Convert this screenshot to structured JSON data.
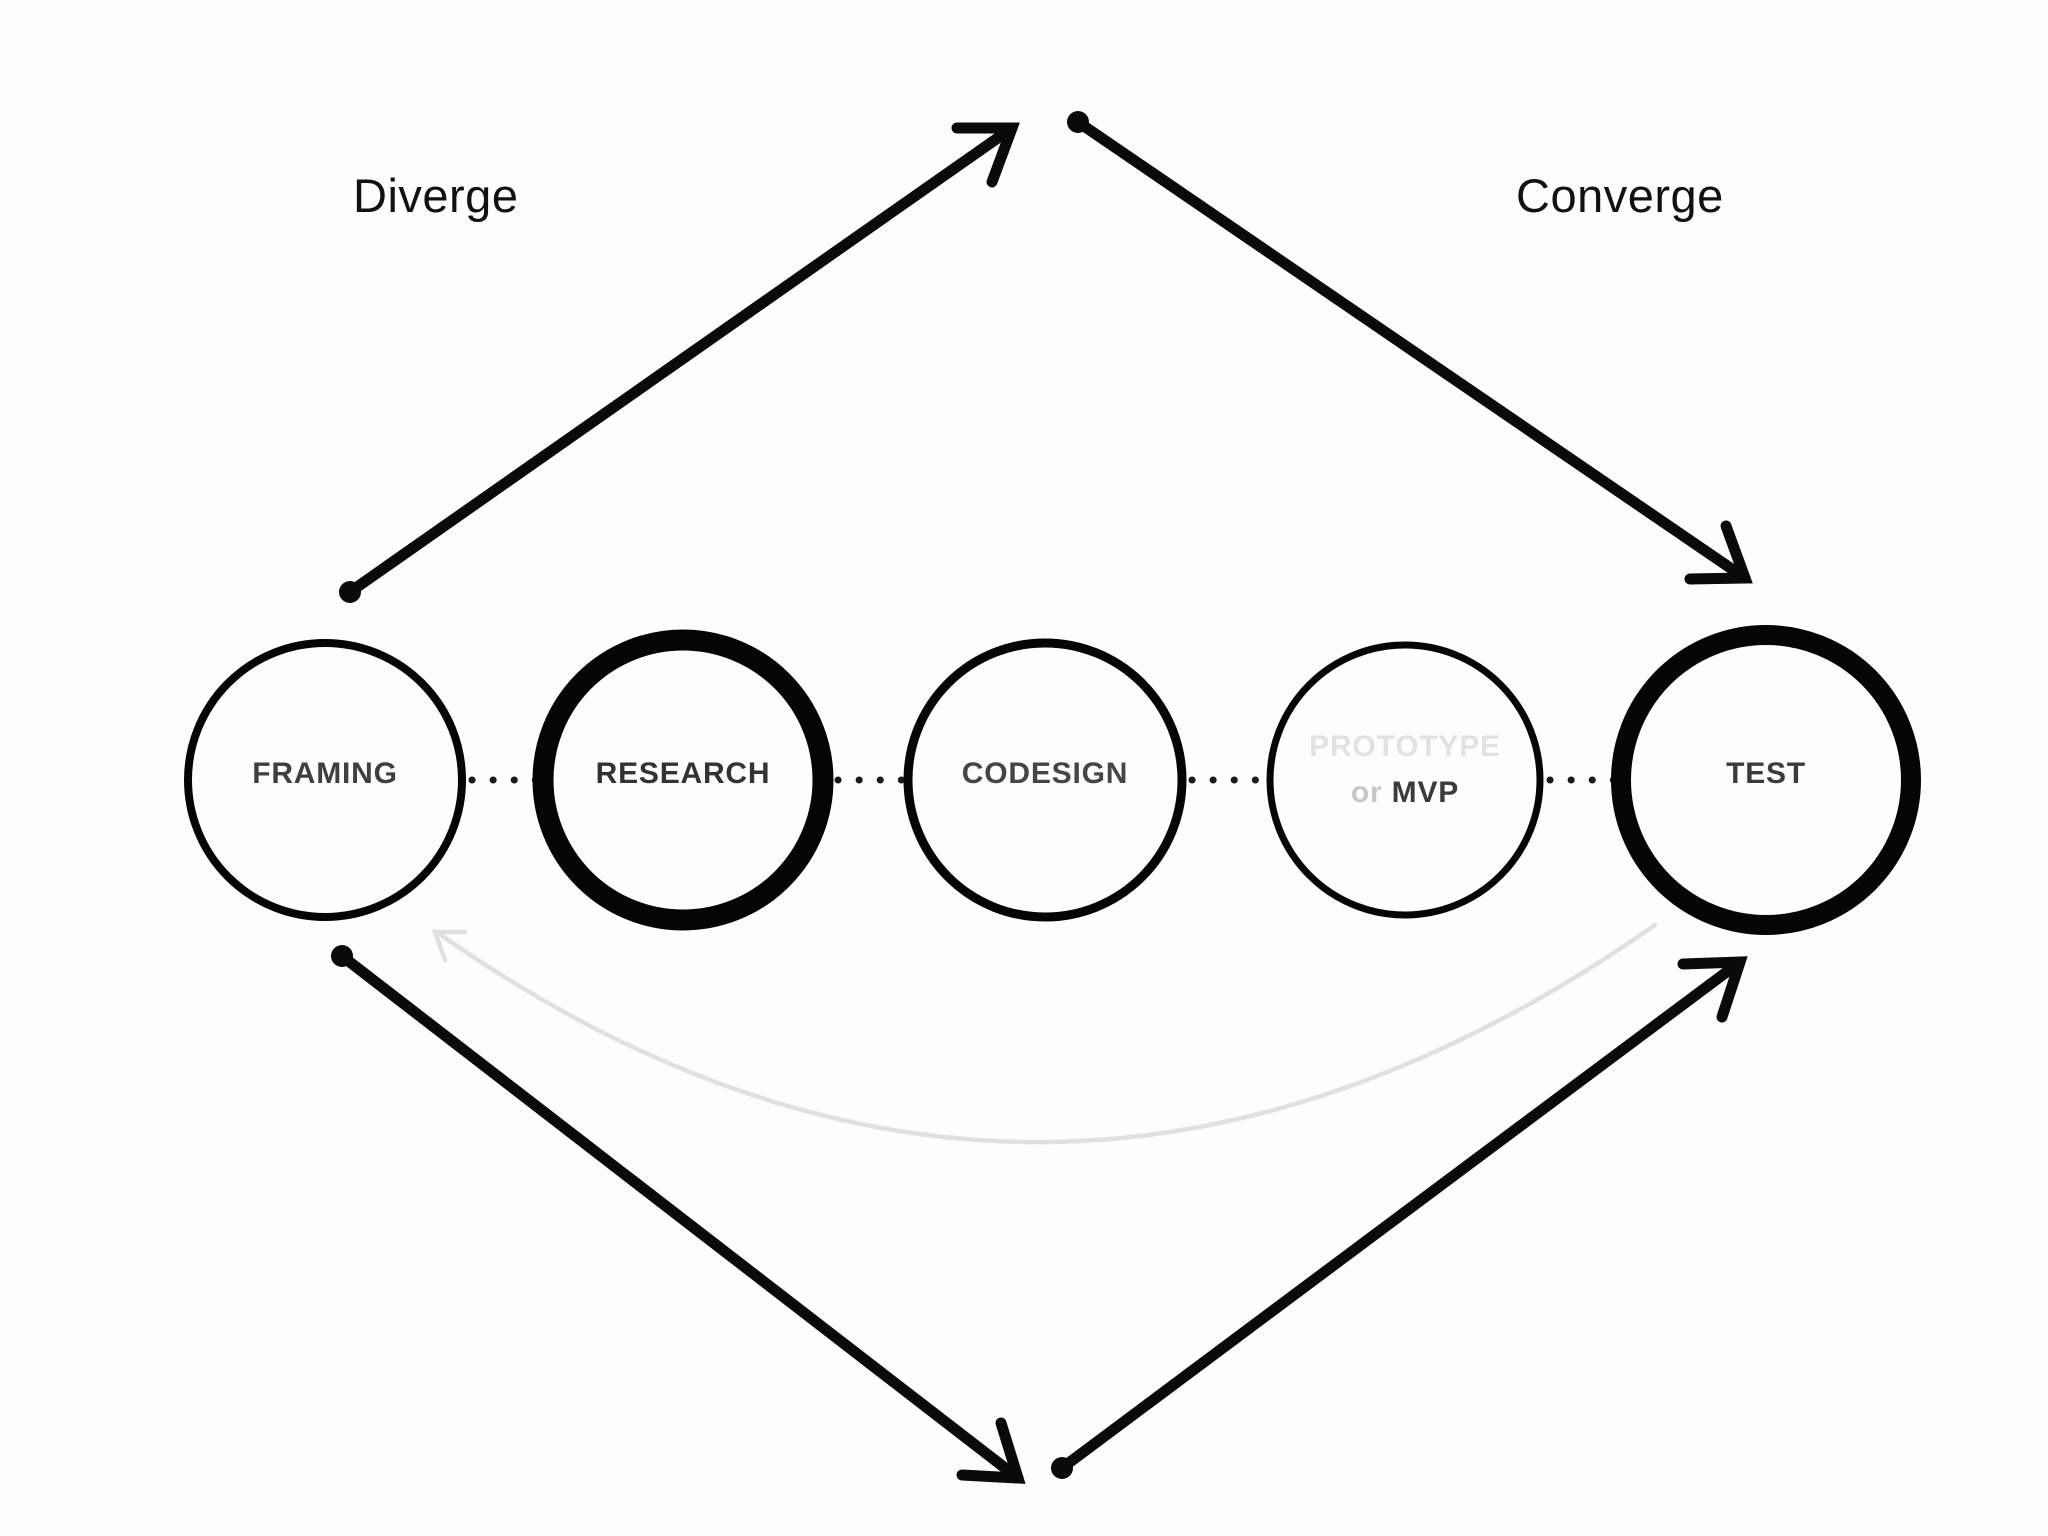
{
  "phase_labels": {
    "diverge": "Diverge",
    "converge": "Converge"
  },
  "stages": [
    {
      "name": "framing",
      "label": "FRAMING"
    },
    {
      "name": "research",
      "label": "RESEARCH"
    },
    {
      "name": "codesign",
      "label": "CODESIGN"
    },
    {
      "name": "prototype",
      "label": "PROTOTYPE",
      "alt_prefix": "or",
      "alt_label": "MVP"
    },
    {
      "name": "test",
      "label": "TEST"
    }
  ],
  "colors": {
    "ink_black": "#0a0a0a",
    "dark_label": "#3f3f3f",
    "muted_stage_label": "#e2e2e2",
    "muted_or_label": "#c6c6c6",
    "feedback_arrow_gray": "#e0e0e0",
    "background": "#fdfdfd"
  }
}
